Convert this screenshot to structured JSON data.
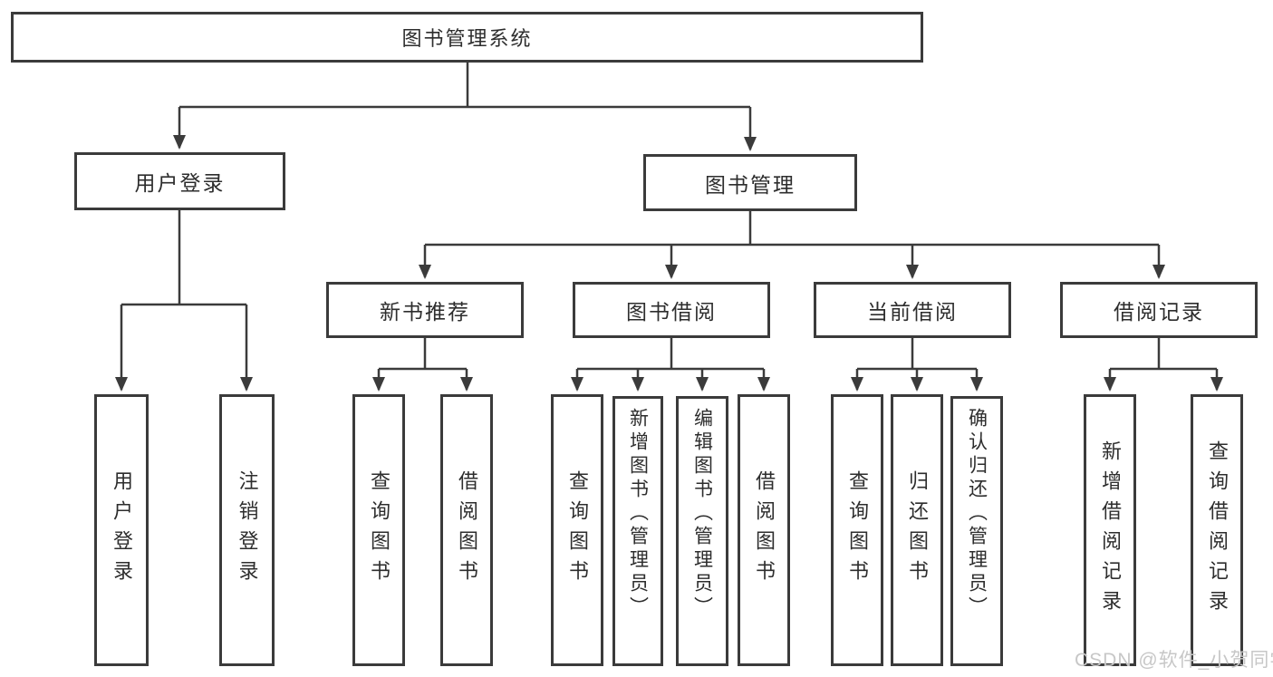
{
  "diagram_title": "图书管理系统",
  "colors": {
    "line": "#3b3b3b",
    "text": "#2d2d2d",
    "background": "#ffffff",
    "watermark_text": "#c7c7c7"
  },
  "tree": {
    "root": {
      "label": "图书管理系统"
    },
    "level2": [
      {
        "label": "用户登录"
      },
      {
        "label": "图书管理"
      }
    ],
    "level3": [
      {
        "label": "新书推荐",
        "parent": "图书管理"
      },
      {
        "label": "图书借阅",
        "parent": "图书管理"
      },
      {
        "label": "当前借阅",
        "parent": "图书管理"
      },
      {
        "label": "借阅记录",
        "parent": "图书管理"
      }
    ],
    "leaves": [
      {
        "label": "用户登录",
        "parent": "用户登录"
      },
      {
        "label": "注销登录",
        "parent": "用户登录"
      },
      {
        "label": "查询图书",
        "parent": "新书推荐"
      },
      {
        "label": "借阅图书",
        "parent": "新书推荐"
      },
      {
        "label": "查询图书",
        "parent": "图书借阅"
      },
      {
        "label": "新增图书（管理员）",
        "parent": "图书借阅"
      },
      {
        "label": "编辑图书（管理员）",
        "parent": "图书借阅"
      },
      {
        "label": "借阅图书",
        "parent": "图书借阅"
      },
      {
        "label": "查询图书",
        "parent": "当前借阅"
      },
      {
        "label": "归还图书",
        "parent": "当前借阅"
      },
      {
        "label": "确认归还（管理员）",
        "parent": "当前借阅"
      },
      {
        "label": "新增借阅记录",
        "parent": "借阅记录"
      },
      {
        "label": "查询借阅记录",
        "parent": "借阅记录"
      }
    ]
  },
  "watermark": {
    "text": "CSDN @软件_小贺同学"
  }
}
